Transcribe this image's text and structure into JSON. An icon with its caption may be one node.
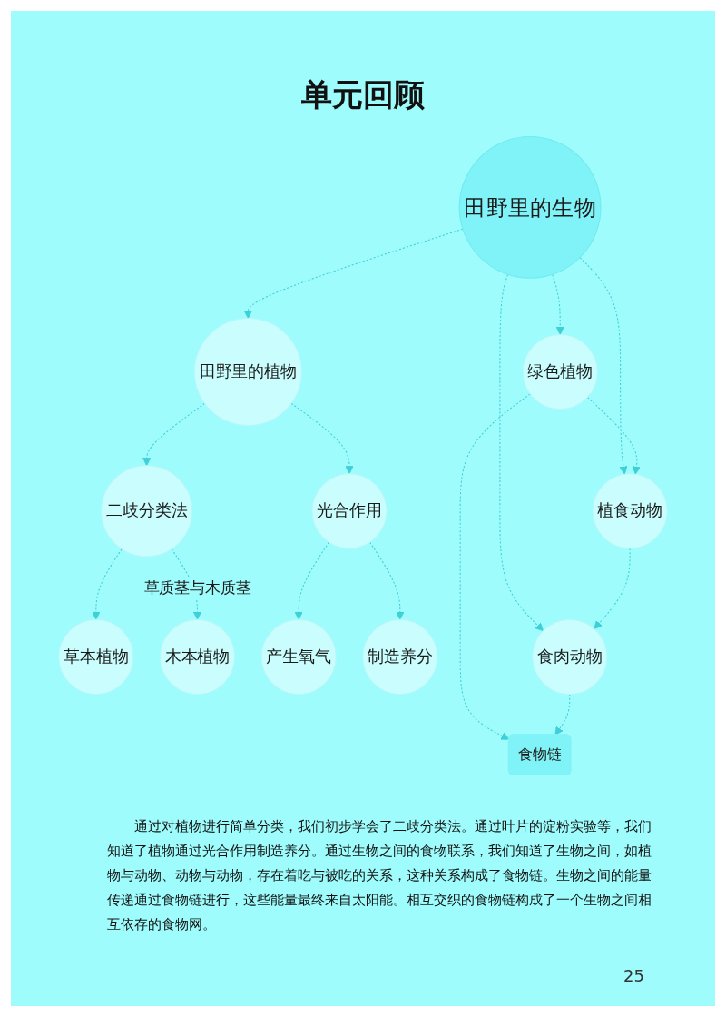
{
  "diagram": {
    "title": "单元回顾",
    "nodes": [
      {
        "text": [
          "草本植物"
        ]
      },
      {
        "text": [
          "木本植物"
        ]
      },
      {
        "text": [
          "产生氧气"
        ]
      },
      {
        "text": [
          "制造养分"
        ]
      },
      {
        "text": [
          "二歧分类法"
        ]
      },
      {
        "text": [
          "光合作用"
        ]
      },
      {
        "text": [
          "田野里的植物"
        ]
      },
      {
        "text": [
          "田野里的生物"
        ]
      },
      {
        "text": [
          "绿色植物"
        ]
      },
      {
        "text": [
          "植食动物"
        ]
      },
      {
        "text": [
          "食肉动物"
        ]
      },
      {
        "text": [
          "食物链"
        ]
      }
    ],
    "edges": [
      {
        "from": 7,
        "to": 6,
        "arrow": "to",
        "style": "dashed"
      },
      {
        "from": 6,
        "to": 4,
        "arrow": "to",
        "style": "dashed"
      },
      {
        "from": 6,
        "to": 5,
        "arrow": "to",
        "style": "dashed"
      },
      {
        "from": 4,
        "to": 0,
        "arrow": "to",
        "style": "dashed"
      },
      {
        "from": 4,
        "to": 1,
        "arrow": "to",
        "style": "dashed",
        "label": "草质茎与木质茎"
      },
      {
        "from": 5,
        "to": 2,
        "arrow": "to",
        "style": "dashed"
      },
      {
        "from": 5,
        "to": 3,
        "arrow": "to",
        "style": "dashed"
      },
      {
        "from": 7,
        "to": 8,
        "arrow": "to",
        "style": "dashed"
      },
      {
        "from": 7,
        "to": 9,
        "arrow": "to",
        "style": "dashed"
      },
      {
        "from": 7,
        "to": 10,
        "arrow": "to",
        "style": "dashed"
      },
      {
        "from": 8,
        "to": 9,
        "arrow": "to",
        "style": "dashed"
      },
      {
        "from": 9,
        "to": 10,
        "arrow": "to",
        "style": "dashed"
      },
      {
        "from": 8,
        "to": 11,
        "arrow": "to",
        "style": "dashed"
      },
      {
        "from": 10,
        "to": 11,
        "arrow": "to",
        "style": "dashed"
      }
    ],
    "labels": [
      "通过对植物进行简单分类，我们初步学会了二歧分类法。通过叶片的淀粉实验等，我们知道了植物通过光合作用制造养分。通过生物之间的食物联系，我们知道了生物之间，如植物与动物、动物与动物，存在着吃与被吃的关系，这种关系构成了食物链。生物之间的能量传递通过食物链进行，这些能量最终来自太阳能。相互交织的食物链构成了一个生物之间相互依存的食物网。",
      "25"
    ]
  }
}
